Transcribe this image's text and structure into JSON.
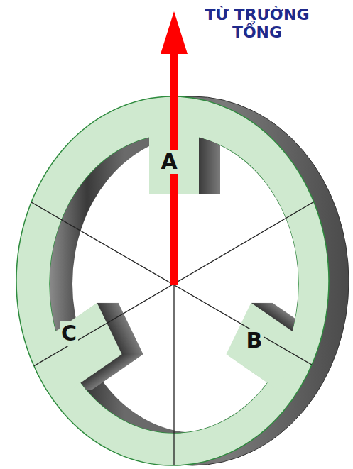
{
  "diagram": {
    "labels": [
      "TỪ TRƯỜNG TỔNG",
      "A",
      "B",
      "C"
    ]
  }
}
